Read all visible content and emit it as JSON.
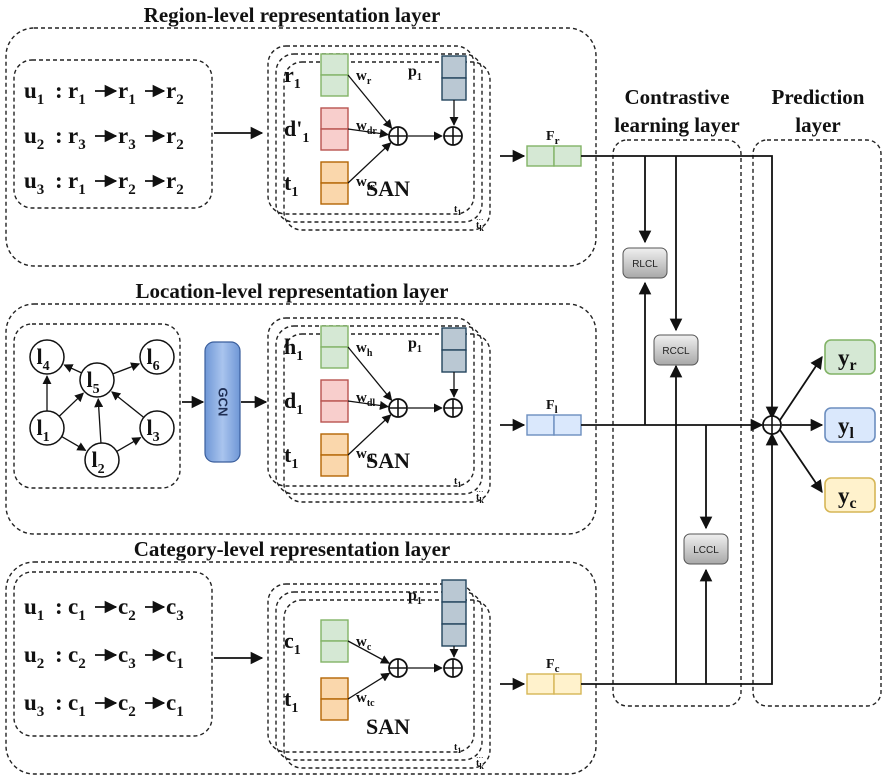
{
  "titles": {
    "region": "Region-level representation layer",
    "location": "Location-level representation layer",
    "category": "Category-level representation layer",
    "contrastive_line1": "Contrastive",
    "contrastive_line2": "learning layer",
    "prediction_line1": "Prediction",
    "prediction_line2": "layer"
  },
  "region": {
    "users": [
      {
        "u": "u",
        "us": "1",
        "seq": [
          {
            "b": "r",
            "s": "1"
          },
          {
            "b": "r",
            "s": "1"
          },
          {
            "b": "r",
            "s": "2"
          }
        ]
      },
      {
        "u": "u",
        "us": "2",
        "seq": [
          {
            "b": "r",
            "s": "3"
          },
          {
            "b": "r",
            "s": "3"
          },
          {
            "b": "r",
            "s": "2"
          }
        ]
      },
      {
        "u": "u",
        "us": "3",
        "seq": [
          {
            "b": "r",
            "s": "1"
          },
          {
            "b": "r",
            "s": "2"
          },
          {
            "b": "r",
            "s": "2"
          }
        ]
      }
    ],
    "inputs": [
      {
        "b": "r",
        "s": "1"
      },
      {
        "b": "d'",
        "s": "1"
      },
      {
        "b": "t",
        "s": "1"
      }
    ],
    "weights": [
      {
        "b": "w",
        "s": "r"
      },
      {
        "b": "w",
        "s": "dr"
      },
      {
        "b": "w",
        "s": "tr"
      }
    ],
    "output": {
      "b": "F",
      "s": "r"
    }
  },
  "location": {
    "nodes": [
      {
        "b": "l",
        "s": "4"
      },
      {
        "b": "l",
        "s": "6"
      },
      {
        "b": "l",
        "s": "5"
      },
      {
        "b": "l",
        "s": "1"
      },
      {
        "b": "l",
        "s": "3"
      },
      {
        "b": "l",
        "s": "2"
      }
    ],
    "gcn": "GCN",
    "inputs": [
      {
        "b": "h",
        "s": "1"
      },
      {
        "b": "d",
        "s": "1"
      },
      {
        "b": "t",
        "s": "1"
      }
    ],
    "weights": [
      {
        "b": "w",
        "s": "h"
      },
      {
        "b": "w",
        "s": "dl"
      },
      {
        "b": "w",
        "s": "tl"
      }
    ],
    "output": {
      "b": "F",
      "s": "l"
    }
  },
  "category": {
    "users": [
      {
        "u": "u",
        "us": "1",
        "seq": [
          {
            "b": "c",
            "s": "1"
          },
          {
            "b": "c",
            "s": "2"
          },
          {
            "b": "c",
            "s": "3"
          }
        ]
      },
      {
        "u": "u",
        "us": "2",
        "seq": [
          {
            "b": "c",
            "s": "2"
          },
          {
            "b": "c",
            "s": "3"
          },
          {
            "b": "c",
            "s": "1"
          }
        ]
      },
      {
        "u": "u",
        "us": "3",
        "seq": [
          {
            "b": "c",
            "s": "1"
          },
          {
            "b": "c",
            "s": "2"
          },
          {
            "b": "c",
            "s": "1"
          }
        ]
      }
    ],
    "inputs": [
      {
        "b": "c",
        "s": "1"
      },
      {
        "b": "t",
        "s": "1"
      }
    ],
    "weights": [
      {
        "b": "w",
        "s": "c"
      },
      {
        "b": "w",
        "s": "tc"
      }
    ],
    "output": {
      "b": "F",
      "s": "c"
    }
  },
  "san": {
    "label": "SAN",
    "p": {
      "b": "p",
      "s": "1"
    },
    "t1": {
      "b": "t",
      "s": "1"
    },
    "tk": {
      "b": "t",
      "s": "k"
    }
  },
  "contrastive": {
    "rlcl": "RLCL",
    "rccl": "RCCL",
    "lccl": "LCCL"
  },
  "predictions": [
    {
      "b": "y",
      "s": "r"
    },
    {
      "b": "y",
      "s": "l"
    },
    {
      "b": "y",
      "s": "c"
    }
  ],
  "colors": {
    "green_fill": "#d5e8d4",
    "green_stroke": "#82b366",
    "red_fill": "#f8cecc",
    "red_stroke": "#b85450",
    "orange_fill": "#fad7ac",
    "orange_stroke": "#b46504",
    "blue_fill": "#dae8fc",
    "blue_stroke": "#6c8ebf",
    "gray_fill": "#bac8d3",
    "gray_stroke": "#23445d",
    "yellow_fill": "#fff2cc",
    "yellow_stroke": "#d6b656",
    "gcn_fill": "#7ea6e0",
    "gcn_stroke": "#3a5e9c",
    "ctl_fill": "#d9d9d9",
    "ctl_stroke": "#555555"
  }
}
